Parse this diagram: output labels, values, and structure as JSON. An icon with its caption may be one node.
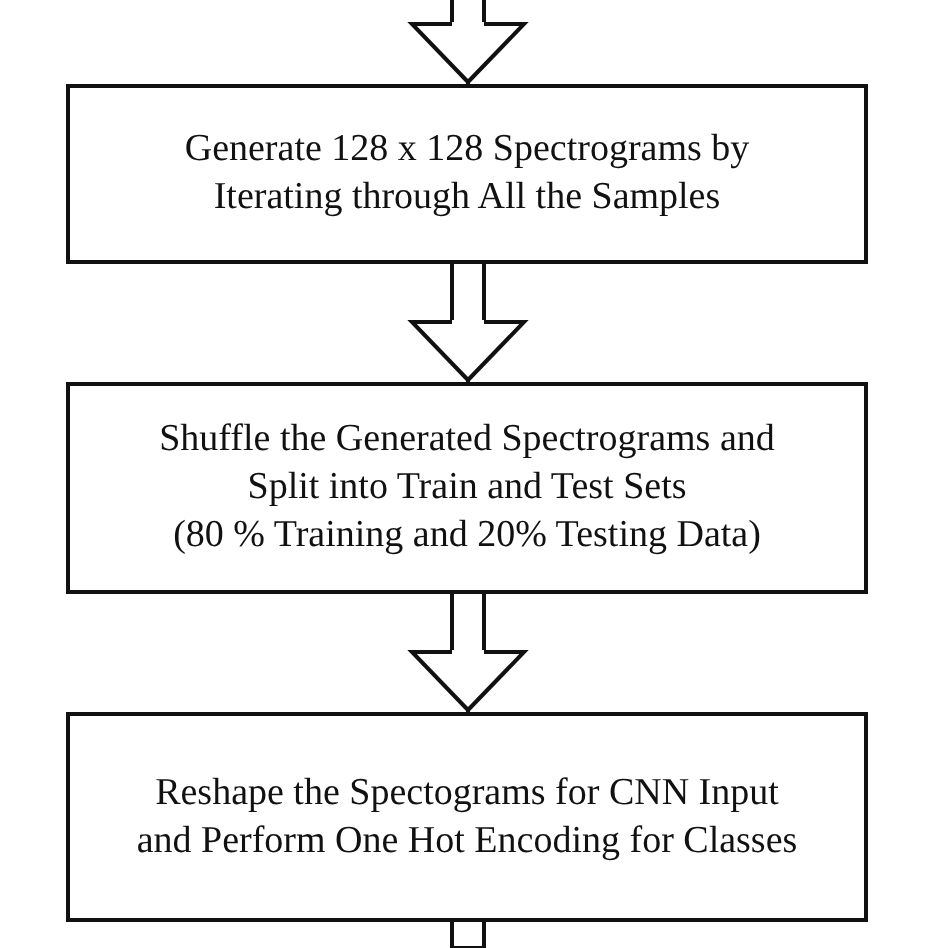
{
  "diagram": {
    "nodes": [
      {
        "text": [
          "Generate 128 x 128 Spectrograms by Iterating through All the Samples"
        ]
      },
      {
        "text": [
          "Shuffle the Generated Spectrograms and Split into Train and Test Sets",
          "(80 % Training and 20% Testing Data)"
        ]
      },
      {
        "text": [
          "Reshape the Spectograms for CNN Input and Perform One Hot Encoding for Classes"
        ]
      }
    ],
    "edges": [
      {
        "from": null,
        "to": 0,
        "arrow": "to"
      },
      {
        "from": 0,
        "to": 1,
        "arrow": "to"
      },
      {
        "from": 1,
        "to": 2,
        "arrow": "to"
      },
      {
        "from": 2,
        "to": null,
        "arrow": "none"
      }
    ]
  }
}
